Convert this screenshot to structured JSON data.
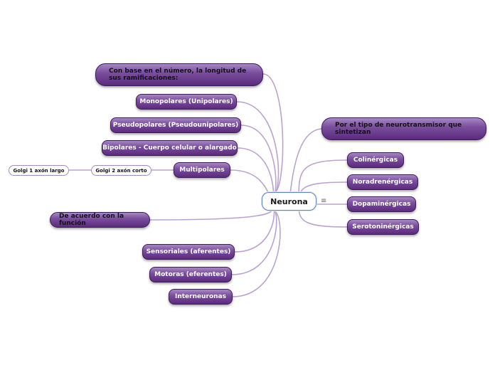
{
  "center": {
    "label": "Neurona",
    "notes_icon": "≡"
  },
  "left": {
    "numero": "Con base en el número, la longitud de sus ramificaciones:",
    "monopolares": "Monopolares (Unipolares)",
    "pseudopolares": "Pseudopolares  (Pseudounipolares)",
    "bipolares": "Bipolares - Cuerpo celular o alargado",
    "multipolares": "Multipolares",
    "golgi2": "Golgi 2 axón corto",
    "golgi1": "Golgi 1 axón largo",
    "funcion": "De acuerdo con la función",
    "sensoriales": "Sensoriales (aferentes)",
    "motoras": "Motoras (eferentes)",
    "interneuronas": "Interneuronas"
  },
  "right": {
    "neurotransmisor": "Por el tipo de neurotransmisor que sintetizan",
    "colinergicas": "Colinérgicas",
    "noradrenergicas": "Noradrenérgicas",
    "dopaminergicas": "Dopaminérgicas",
    "serotoninergicas": "Serotoninérgicas"
  },
  "colors": {
    "branch": "#b9a3d0",
    "node_dark": "#5b2a7e",
    "center_border": "#5b86c6"
  }
}
